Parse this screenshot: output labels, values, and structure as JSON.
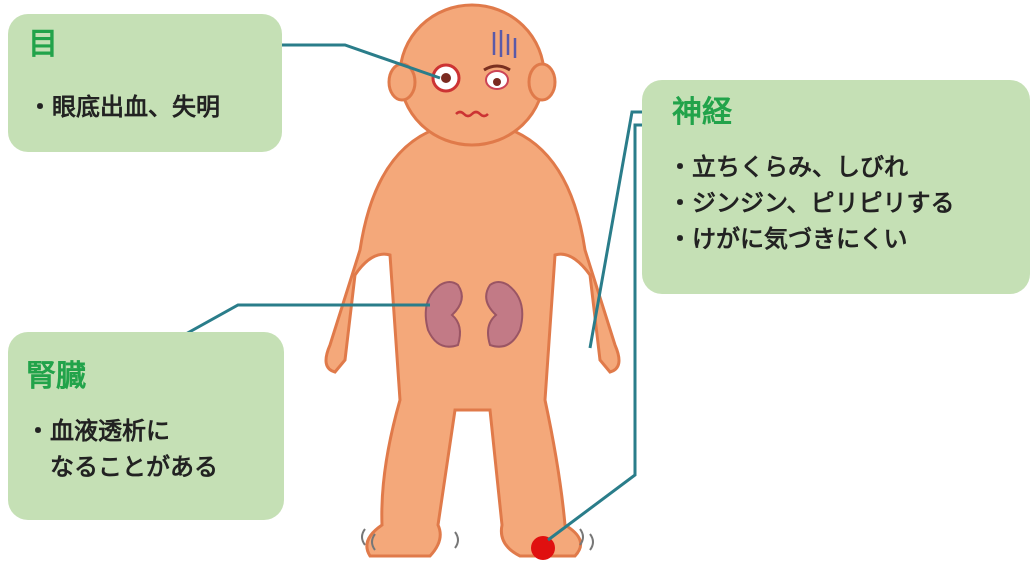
{
  "eye": {
    "title": "目",
    "items": [
      "・眼底出血、失明"
    ]
  },
  "nerve": {
    "title": "神経",
    "items": [
      "・立ちくらみ、しびれ",
      "・ジンジン、ピリピリする",
      "・けがに気づきにくい"
    ]
  },
  "kidney": {
    "title": "腎臓",
    "items": [
      "・血液透析に",
      "　なることがある"
    ]
  },
  "colors": {
    "panel": "#c5e0b5",
    "title": "#22a34a",
    "skin": "#f4a87a",
    "outline": "#e07a4a",
    "connector": "#2a7d8a",
    "kidney": "#c27a86",
    "wound": "#e01010"
  }
}
